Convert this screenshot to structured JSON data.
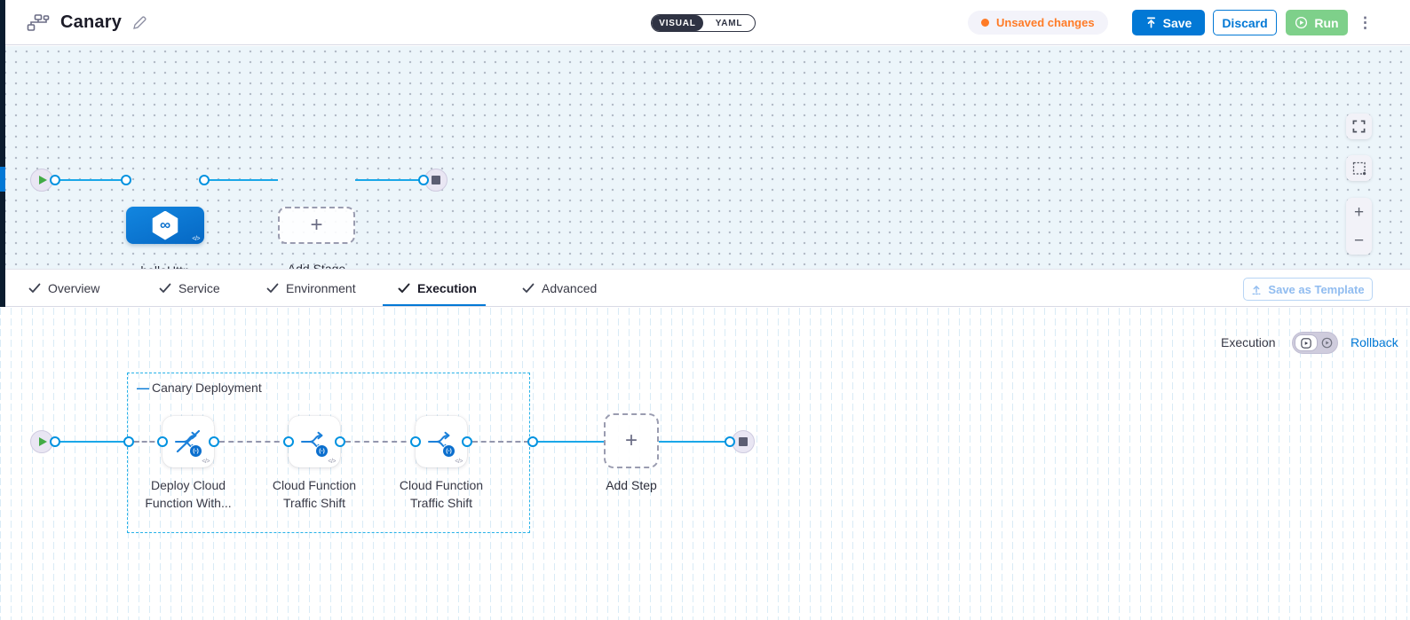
{
  "colors": {
    "accent_blue": "#0278d5",
    "connector_cyan": "#1aa7e8",
    "unsaved_orange": "#ff7b26",
    "run_green": "#7ed08a",
    "nav_strip_navy": "#0b1c2e"
  },
  "header": {
    "title": "Canary",
    "view_toggle": {
      "visual": "VISUAL",
      "yaml": "YAML"
    },
    "unsaved_changes": "Unsaved changes",
    "save_label": "Save",
    "discard_label": "Discard",
    "run_label": "Run"
  },
  "stage_canvas": {
    "stage_label": "helloHttp",
    "add_stage_label": "Add Stage"
  },
  "tabs": [
    {
      "label": "Overview"
    },
    {
      "label": "Service"
    },
    {
      "label": "Environment"
    },
    {
      "label": "Execution"
    },
    {
      "label": "Advanced"
    }
  ],
  "template_bar": {
    "save_as_template": "Save as Template"
  },
  "execution": {
    "mode_label": "Execution",
    "rollback_label": "Rollback",
    "group_label": "Canary Deployment",
    "steps": [
      {
        "line1": "Deploy Cloud",
        "line2": "Function With..."
      },
      {
        "line1": "Cloud Function",
        "line2": "Traffic Shift"
      },
      {
        "line1": "Cloud Function",
        "line2": "Traffic Shift"
      }
    ],
    "add_step_label": "Add Step"
  },
  "glyphs": {
    "plus": "+",
    "minus": "−",
    "code": "</>",
    "infinity": "∞",
    "kebab": "⋮",
    "dash": "—",
    "fn_badge": "(-)"
  }
}
